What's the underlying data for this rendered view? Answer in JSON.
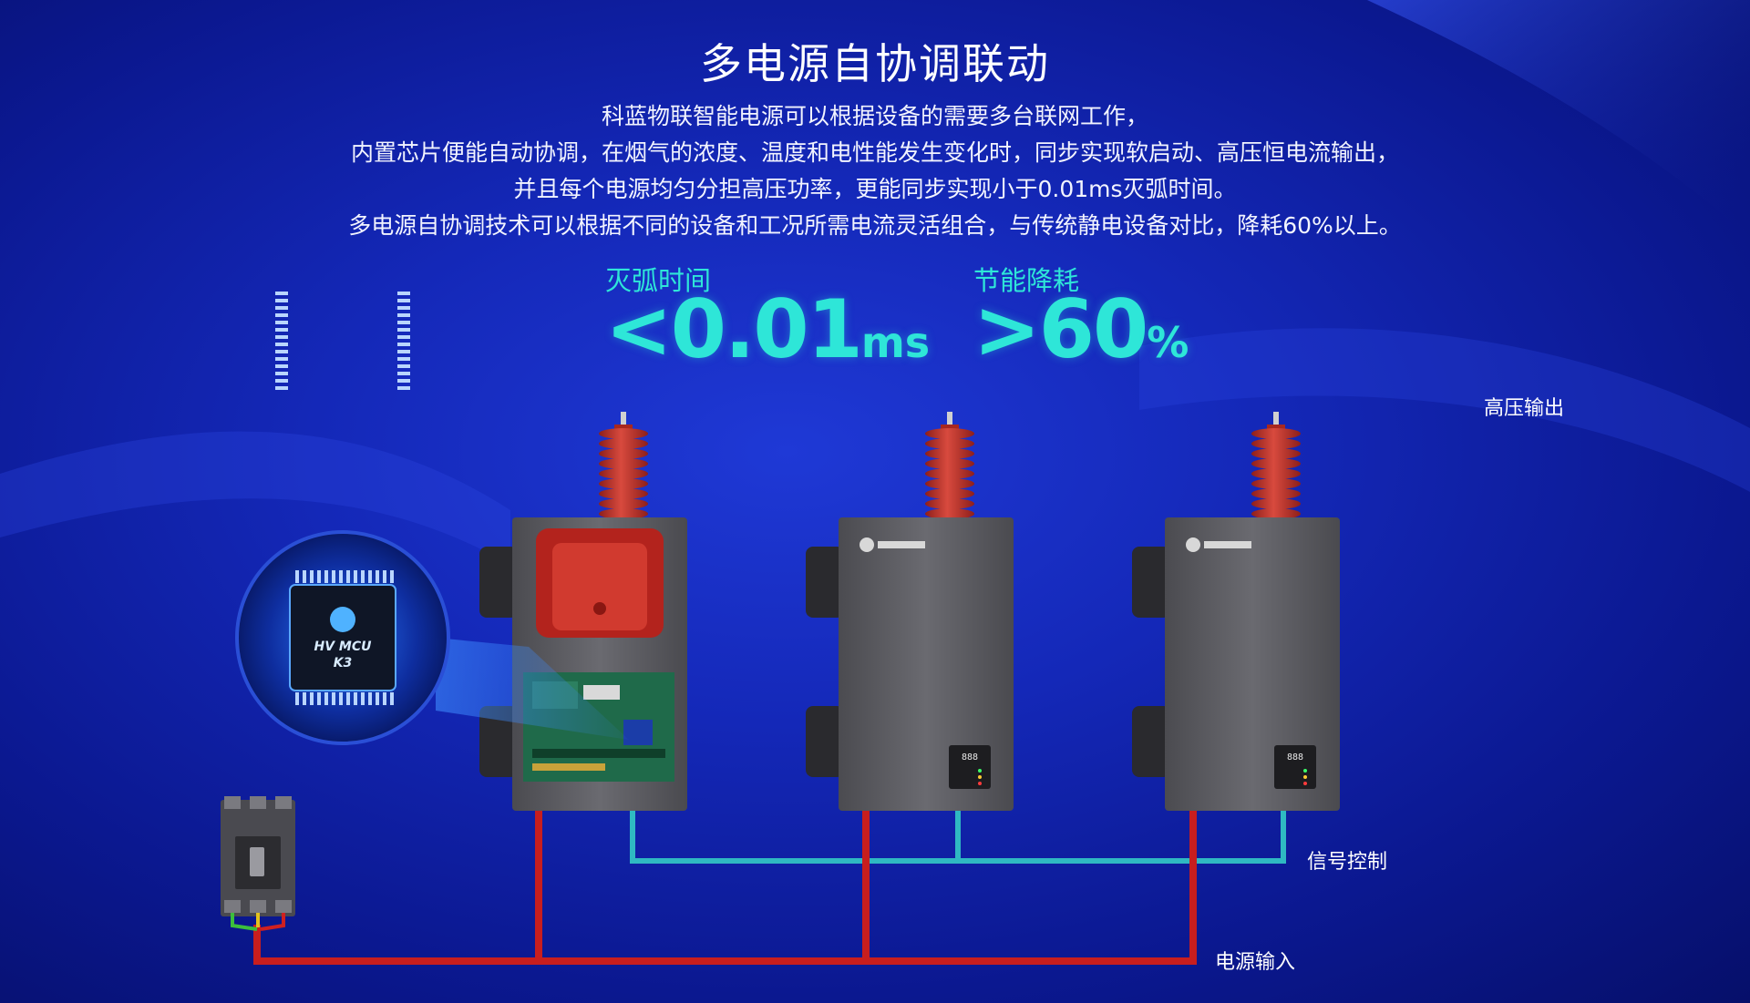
{
  "title": "多电源自协调联动",
  "description": [
    "科蓝物联智能电源可以根据设备的需要多台联网工作，",
    "内置芯片便能自动协调，在烟气的浓度、温度和电性能发生变化时，同步实现软启动、高压恒电流输出，",
    "并且每个电源均匀分担高压功率，更能同步实现小于0.01ms灭弧时间。",
    "多电源自协调技术可以根据不同的设备和工况所需电流灵活组合，与传统静电设备对比，降耗60%以上。"
  ],
  "stats": [
    {
      "label": "灭弧时间",
      "symbol": "<",
      "number": "0.01",
      "unit": "ms"
    },
    {
      "label": "节能降耗",
      "symbol": ">",
      "number": "60",
      "unit": "%"
    }
  ],
  "annotations": {
    "hv_output": "高压输出",
    "signal_control": "信号控制",
    "power_input": "电源输入"
  },
  "chip": {
    "line1": "HV MCU",
    "line2": "K3"
  },
  "status_panel": {
    "display": "888"
  },
  "colors": {
    "accent": "#2ee6d8",
    "hv_bus": "#c93cff",
    "power_line": "#c81e1e",
    "signal_line": "#2fb9c2",
    "insulator": "#c8322a",
    "housing": "#5e5e63"
  }
}
